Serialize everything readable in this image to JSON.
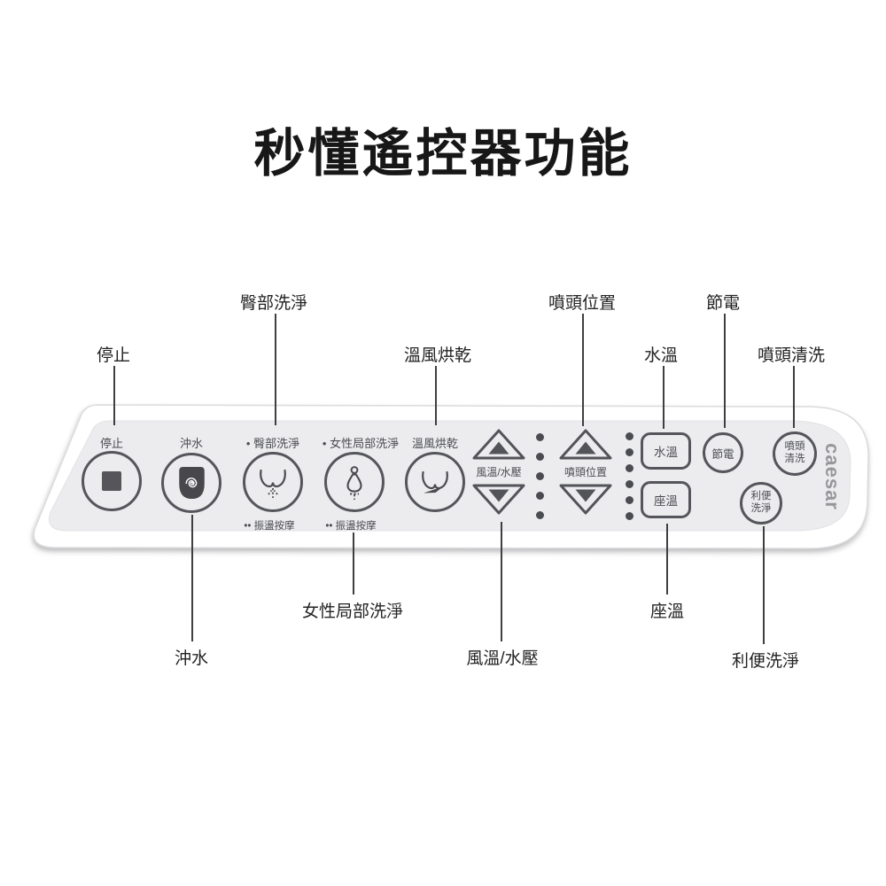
{
  "title": "秒懂遙控器功能",
  "brand": "caesar",
  "colors": {
    "panel_bg": "#ececee",
    "shell": "#ffffff",
    "button_outline": "#55565b",
    "panel_text": "#4b4c51",
    "callout_text": "#222222",
    "brand_text": "#97979b",
    "icon_fill": "#48484c"
  },
  "callouts": {
    "stop": "停止",
    "rear_wash": "臀部洗淨",
    "warm_air_dry": "溫風烘乾",
    "nozzle_position": "噴頭位置",
    "eco": "節電",
    "water_temp": "水溫",
    "nozzle_clean": "噴頭清洗",
    "flush": "沖水",
    "feminine_wash": "女性局部洗淨",
    "air_temp_water_pressure": "風溫/水壓",
    "seat_temp": "座溫",
    "convenience_wash": "利便洗淨"
  },
  "panel": {
    "stop": {
      "label": "停止"
    },
    "flush": {
      "label": "沖水"
    },
    "rear": {
      "label": "• 臀部洗淨",
      "sub": "•• 振盪按摩"
    },
    "feminine": {
      "label": "• 女性局部洗淨",
      "sub": "•• 振盪按摩"
    },
    "dry": {
      "label": "溫風烘乾"
    },
    "air_water": {
      "label": "風溫/水壓"
    },
    "nozzle_pos": {
      "label": "噴頭位置"
    },
    "water_temp": {
      "label": "水溫"
    },
    "seat_temp": {
      "label": "座溫"
    },
    "eco": {
      "label": "節電"
    },
    "nozzle_clean": {
      "line1": "噴頭",
      "line2": "清洗"
    },
    "convenience": {
      "line1": "利便",
      "line2": "洗淨"
    }
  }
}
